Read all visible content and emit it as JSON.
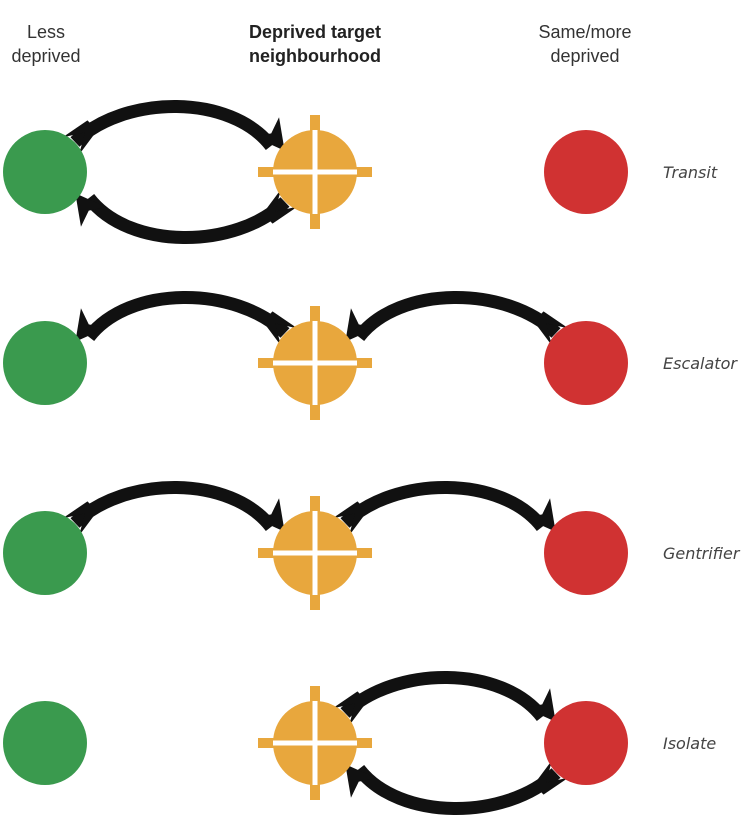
{
  "columns": {
    "less_deprived": [
      "Less",
      "deprived"
    ],
    "target": [
      "Deprived target",
      "neighbourhood"
    ],
    "more_deprived": [
      "Same/more",
      "deprived"
    ]
  },
  "colors": {
    "less_deprived": "#3a9a4e",
    "target": "#e8a73d",
    "more_deprived": "#d03232",
    "arrow": "#111111",
    "crosshair": "#ffffff"
  },
  "rows": [
    {
      "label": "Transit",
      "arrows": [
        {
          "from": "less_deprived",
          "to": "target",
          "arc": "over"
        },
        {
          "from": "target",
          "to": "less_deprived",
          "arc": "under"
        }
      ]
    },
    {
      "label": "Escalator",
      "arrows": [
        {
          "from": "target",
          "to": "less_deprived",
          "arc": "over"
        },
        {
          "from": "more_deprived",
          "to": "target",
          "arc": "over"
        }
      ]
    },
    {
      "label": "Gentrifier",
      "arrows": [
        {
          "from": "less_deprived",
          "to": "target",
          "arc": "over"
        },
        {
          "from": "target",
          "to": "more_deprived",
          "arc": "over"
        }
      ]
    },
    {
      "label": "Isolate",
      "arrows": [
        {
          "from": "target",
          "to": "more_deprived",
          "arc": "over"
        },
        {
          "from": "more_deprived",
          "to": "target",
          "arc": "under"
        }
      ]
    }
  ]
}
